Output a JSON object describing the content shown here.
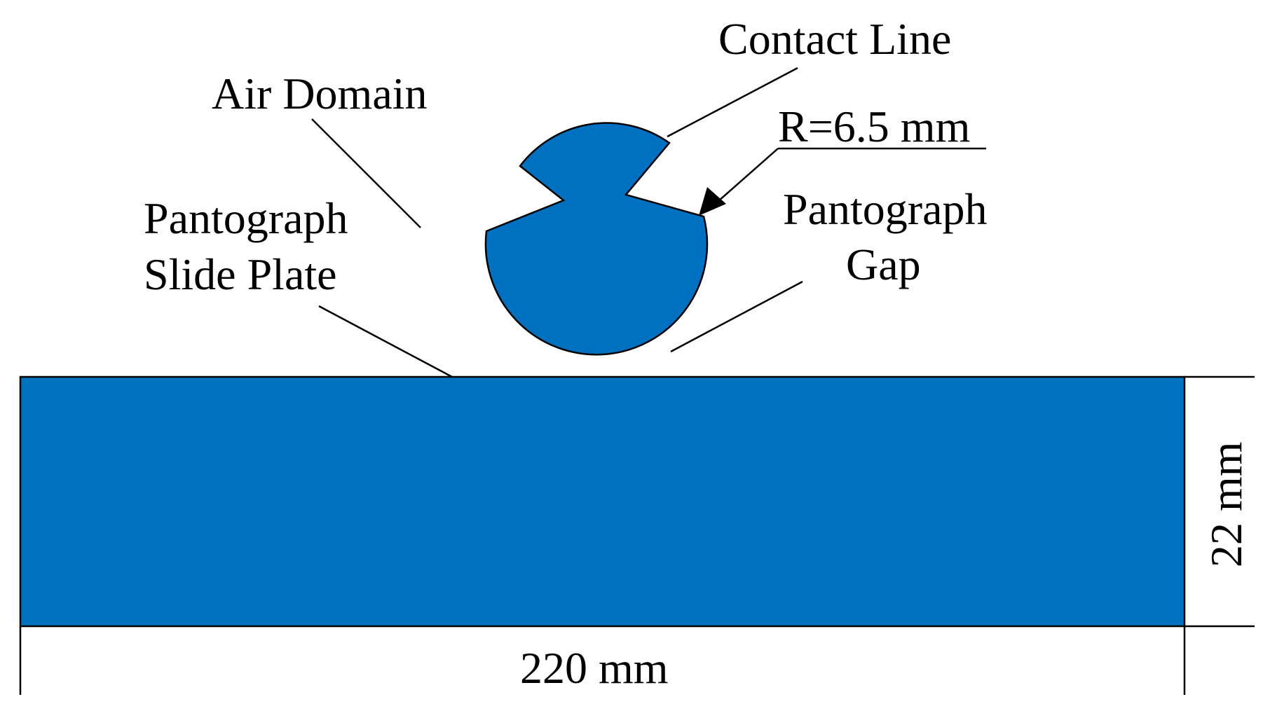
{
  "colors": {
    "fill": "#0070c0",
    "stroke": "#000000",
    "background": "#ffffff"
  },
  "labels": {
    "air_domain": "Air Domain",
    "contact_line": "Contact Line",
    "radius": "R=6.5 mm",
    "slide_plate_line1": "Pantograph",
    "slide_plate_line2": "Slide Plate",
    "gap_line1": "Pantograph",
    "gap_line2": "Gap",
    "width": "220 mm",
    "height": "22 mm"
  }
}
